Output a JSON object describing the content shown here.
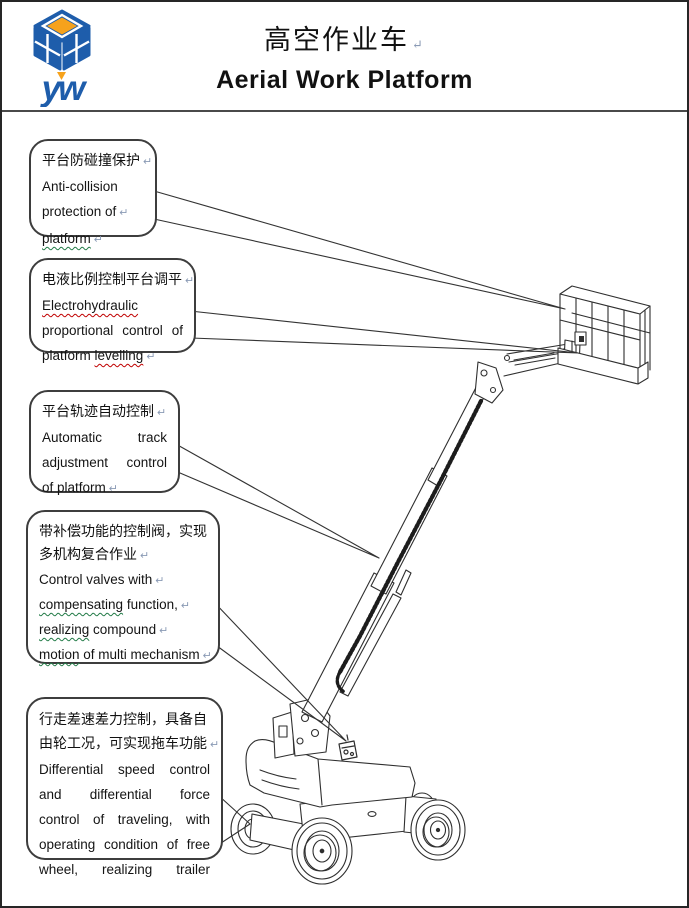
{
  "header": {
    "title_zh": "高空作业车",
    "title_en": "Aerial Work Platform",
    "logo_letters": "yw",
    "logo_blue": "#1e5dab",
    "logo_orange": "#f6a21c"
  },
  "marks": {
    "ret": "↵"
  },
  "callouts": [
    {
      "zh1": "平台防碰撞保护",
      "l1": "Anti-collision",
      "l2": "protection of",
      "l3": "platform"
    },
    {
      "zh1": "电液比例控制平台调平",
      "l1": "Electrohydraulic",
      "l2": "proportional control of",
      "l3a": "platform ",
      "l3b": "levelling"
    },
    {
      "zh1": "平台轨迹自动控制",
      "l1": "Automatic track",
      "l2": "adjustment control",
      "l3": "of platform"
    },
    {
      "zh1": "带补偿功能的控制阀，实现",
      "zh2": "多机构复合作业",
      "l1": "Control valves with",
      "l2a": "compensating",
      "l2b": " function,",
      "l3a": "realizing",
      "l3b": " compound",
      "l4a": "motion",
      "l4b": " of multi mechanism"
    },
    {
      "zh1": "行走差速差力控制，具备自",
      "zh2": "由轮工况，可实现拖车功能",
      "l1": "Differential speed control",
      "l2": "and differential force",
      "l3": "control of traveling, with",
      "l4": "operating condition of free",
      "l5": "wheel, realizing trailer"
    }
  ]
}
